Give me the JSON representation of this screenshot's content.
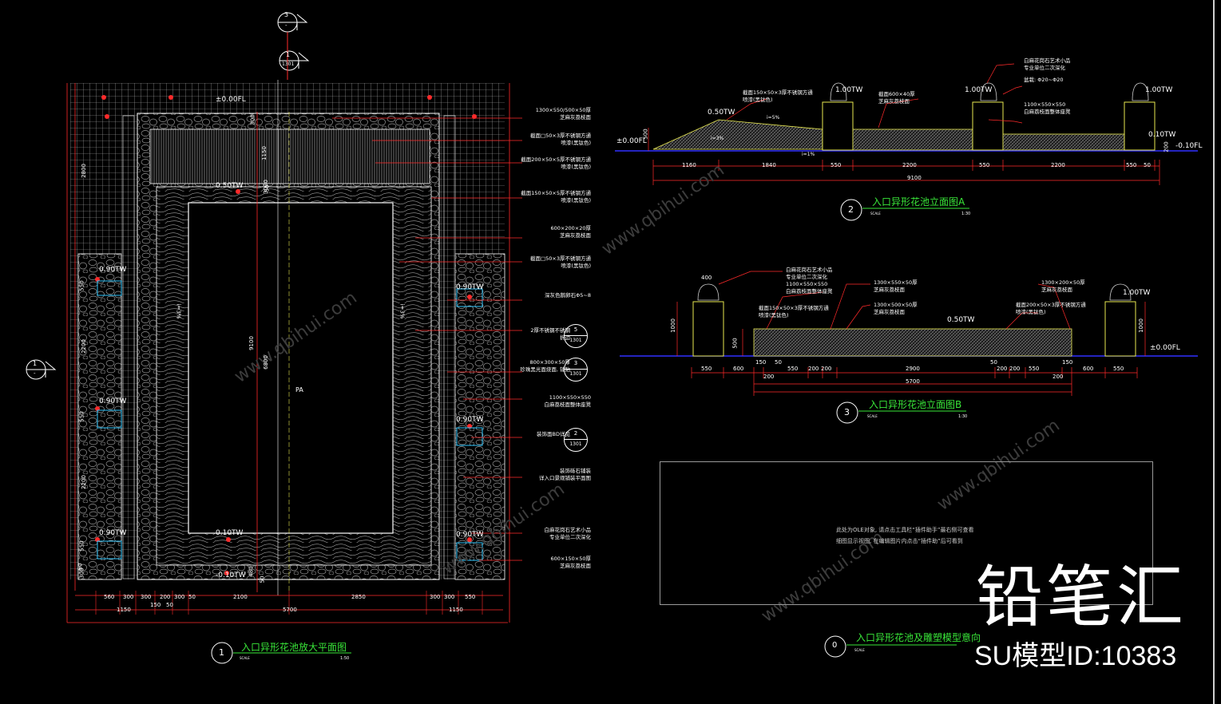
{
  "plan": {
    "title": "入口异形花池放大平面图",
    "number": "1",
    "scale_label": "SCALE",
    "scale": "1:50",
    "section_markers": [
      {
        "num": "3",
        "sheet": "-"
      },
      {
        "num": "1",
        "sheet": "1301"
      },
      {
        "num": "1",
        "sheet": "-"
      }
    ],
    "levels": {
      "top": "±0.00FL",
      "wall_top": "0.50TW",
      "tw1": "0.90TW",
      "tw2": "0.90TW",
      "tw3": "0.90TW",
      "tw4": "0.90TW",
      "tw5": "0.90TW",
      "tw6": "0.90TW",
      "inner_bottom": "0.10TW",
      "outer_bottom": "-0.10TW"
    },
    "center_label": "PA",
    "slope_left": "i=3%",
    "slope_right": "i=3%",
    "dims_bottom_row1": [
      "560",
      "300",
      "300",
      "200",
      "300",
      "50",
      "2100",
      "2850",
      "300",
      "300",
      "550"
    ],
    "dims_bottom_row1b": [
      "150",
      "50"
    ],
    "dims_bottom_row2": [
      "1150",
      "5700",
      "1150"
    ],
    "dims_left": [
      "2800",
      "550",
      "2200",
      "550",
      "2200",
      "550",
      "50",
      "300"
    ],
    "dims_center": [
      "300",
      "1150",
      "50",
      "9100",
      "6800",
      "3000",
      "480",
      "50"
    ],
    "annotations": [
      "1300×550/500×50厚",
      "芝麻灰荔枝面",
      "截面□50×3厚不锈钢方通",
      "喷漆(黑钛色)",
      "截面200×50×5厚不锈钢方通",
      "喷漆(黑钛色)",
      "截面150×50×5厚不锈钢方通",
      "喷漆(黑钛色)",
      "600×200×20厚",
      "芝麻灰荔枝面",
      "截面□50×3厚不锈钢方通",
      "喷漆(黑钛色)",
      "深灰色鹅卵石Φ5~8",
      "2厚不锈钢不锈钢",
      "折边",
      "800×300×50厚",
      "珍珠黑光面烧面, 铺贴",
      "1100×550×550",
      "白麻荔枝面整体座凳",
      "装饰面BD详见",
      "装饰砾石铺装",
      "详入口景观铺装平面图",
      "白麻花岗石艺术小品",
      "专业单位二次深化",
      "600×150×50厚",
      "芝麻灰荔枝面"
    ],
    "callouts": [
      {
        "num": "5",
        "sheet": "1301"
      },
      {
        "num": "3",
        "sheet": "1301"
      },
      {
        "num": "2",
        "sheet": "1301"
      }
    ]
  },
  "elev_a": {
    "title": "入口异形花池立面图A",
    "number": "2",
    "scale_label": "SCALE",
    "scale": "1:30",
    "levels": [
      "±0.00FL",
      "0.50TW",
      "1.00TW",
      "1.00TW",
      "1.00TW",
      "0.10TW",
      "-0.10FL"
    ],
    "slope_labels": [
      "i=5%",
      "i=3%",
      "i=1%"
    ],
    "annotations": [
      "截面150×50×3厚不锈钢方通",
      "喷漆(黑钛色)",
      "截面600×40厚",
      "芝麻灰荔枝面",
      "白麻花岗石艺术小品",
      "专业单位二次深化",
      "盆栽: Φ20~Φ20",
      "1100×550×550",
      "白麻荔枝面整体座凳"
    ],
    "dims_row1": [
      "1160",
      "1840",
      "550",
      "2200",
      "550",
      "2200",
      "550",
      "50"
    ],
    "dims_row2": [
      "9100"
    ],
    "dim_vert": [
      "500",
      "200"
    ]
  },
  "elev_b": {
    "title": "入口异形花池立面图B",
    "number": "3",
    "scale_label": "SCALE",
    "scale": "1:30",
    "levels": [
      "0.50TW",
      "1.00TW",
      "±0.00FL"
    ],
    "annotations": [
      "白麻花岗石艺术小品",
      "专业单位二次深化",
      "1100×550×550",
      "白麻荔枝面整体座凳",
      "截面150×50×3厚不锈钢方通",
      "喷漆(黑钛色)",
      "1300×550×50厚",
      "芝麻灰荔枝面",
      "1300×500×50厚",
      "芝麻灰荔枝面",
      "1300×200×50厚",
      "芝麻灰荔枝面",
      "截面200×50×3厚不锈钢方通",
      "喷漆(黑钛色)"
    ],
    "dims_top": [
      "400"
    ],
    "dims_row1": [
      "550",
      "600",
      "150",
      "550",
      "200",
      "200",
      "2900",
      "200",
      "200",
      "550",
      "150",
      "600",
      "550"
    ],
    "dims_row1b": [
      "50",
      "50"
    ],
    "dims_row2": [
      "200",
      "5700",
      "200"
    ],
    "dims_vert": [
      "1000",
      "500",
      "1000"
    ]
  },
  "model": {
    "title": "入口异形花池及雕塑模型意向",
    "number": "0",
    "scale_label": "SCALE",
    "ole_line1": "此处为OLE对象, 请点击工具栏“插件助手”最右侧可查看",
    "ole_line2": "细图显示视图, 在编辑图片内点击“插件助”后可看到"
  },
  "watermark": {
    "brand": "铅笔汇",
    "id_text": "SU模型ID:10383",
    "tile_text": "www.qbihui.com"
  },
  "colors": {
    "background": "#000000",
    "line_main": "#ffffff",
    "dim_red": "#ff2a2a",
    "title_green": "#39e639",
    "yellow": "#e8e850",
    "ground_blue": "#3030ff",
    "hatch_gray": "#8a8a8a"
  }
}
